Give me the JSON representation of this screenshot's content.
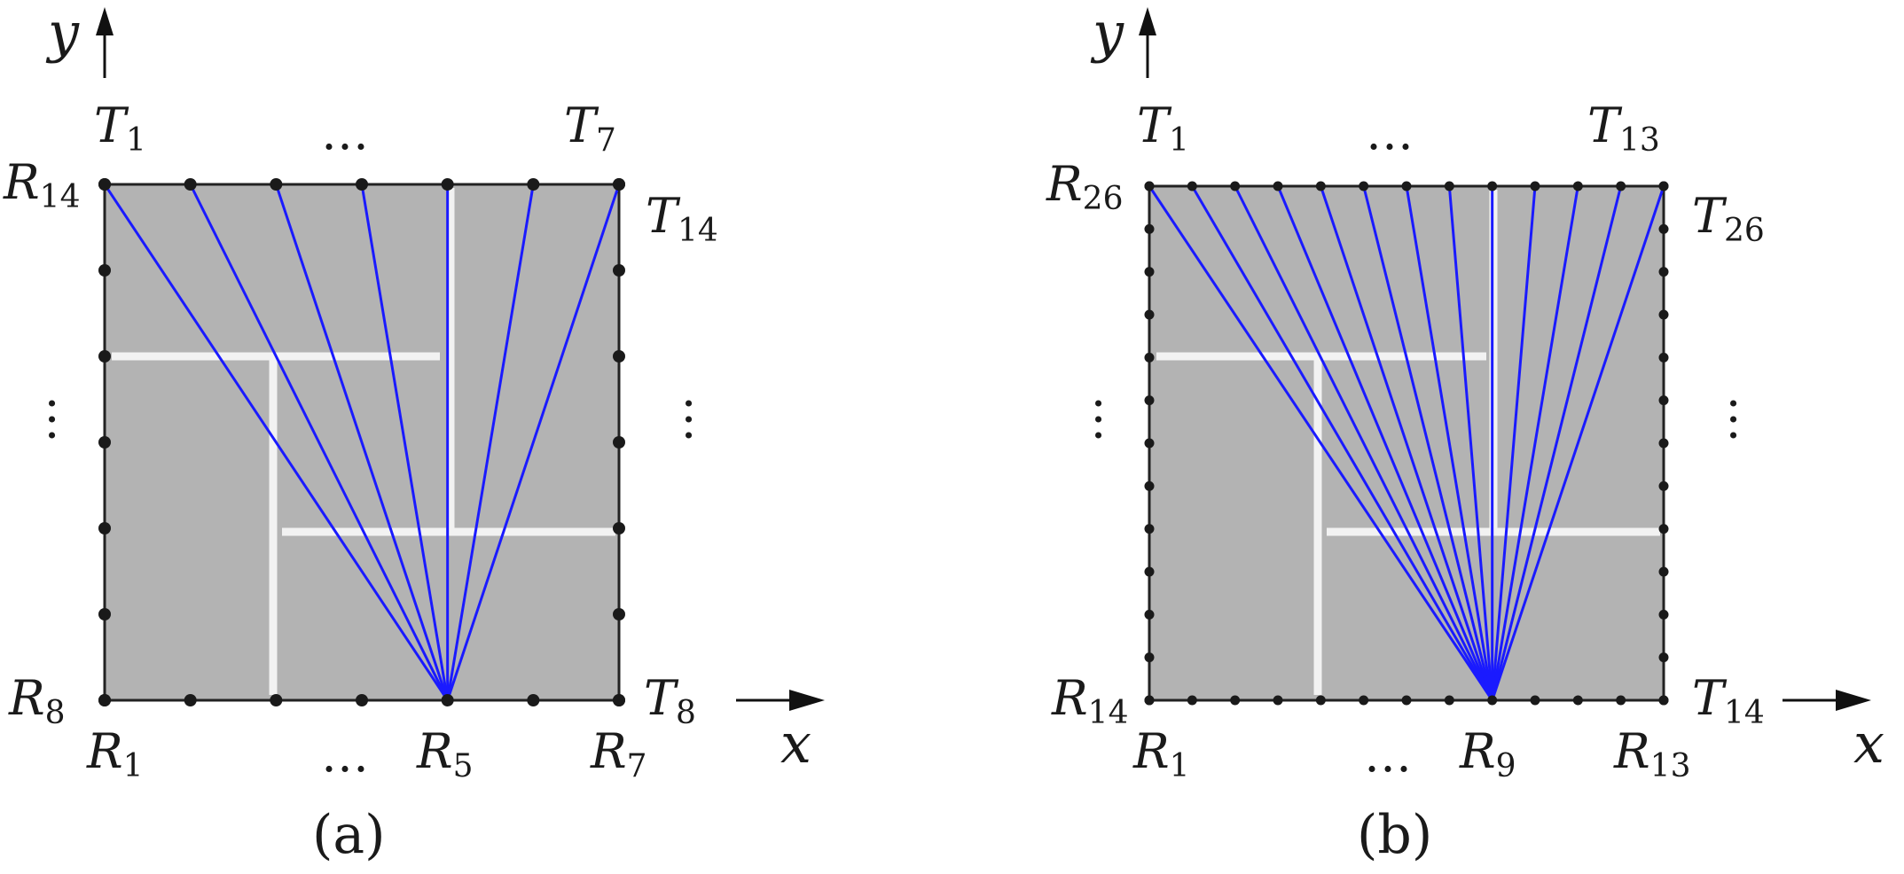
{
  "panels": [
    {
      "id": "a",
      "caption": "(a)",
      "axis_y": "y",
      "axis_x": "x",
      "labels": {
        "top_left": {
          "main": "T",
          "sub": "1"
        },
        "top_right": {
          "main": "T",
          "sub": "7"
        },
        "top_ellipsis": "…",
        "left_top": {
          "main": "R",
          "sub": "14"
        },
        "right_top": {
          "main": "T",
          "sub": "14"
        },
        "left_bottom": {
          "main": "R",
          "sub": "8"
        },
        "right_bottom": {
          "main": "T",
          "sub": "8"
        },
        "bottom_left": {
          "main": "R",
          "sub": "1"
        },
        "bottom_mid": {
          "main": "R",
          "sub": "5"
        },
        "bottom_right": {
          "main": "R",
          "sub": "7"
        },
        "bottom_ellipsis": "…"
      },
      "sensors_per_side": 7,
      "source_index": 4,
      "ray_count": 7
    },
    {
      "id": "b",
      "caption": "(b)",
      "axis_y": "y",
      "axis_x": "x",
      "labels": {
        "top_left": {
          "main": "T",
          "sub": "1"
        },
        "top_right": {
          "main": "T",
          "sub": "13"
        },
        "top_ellipsis": "…",
        "left_top": {
          "main": "R",
          "sub": "26"
        },
        "right_top": {
          "main": "T",
          "sub": "26"
        },
        "left_bottom": {
          "main": "R",
          "sub": "14"
        },
        "right_bottom": {
          "main": "T",
          "sub": "14"
        },
        "bottom_left": {
          "main": "R",
          "sub": "1"
        },
        "bottom_mid": {
          "main": "R",
          "sub": "9"
        },
        "bottom_right": {
          "main": "R",
          "sub": "13"
        },
        "bottom_ellipsis": "…"
      },
      "sensors_per_side": 13,
      "source_index": 8,
      "ray_count": 13
    }
  ],
  "colors": {
    "field": "#b3b3b3",
    "crack": "#f2f2f2",
    "ray": "#1a1aff",
    "sensor": "#1a1a1a",
    "border": "#222222"
  }
}
